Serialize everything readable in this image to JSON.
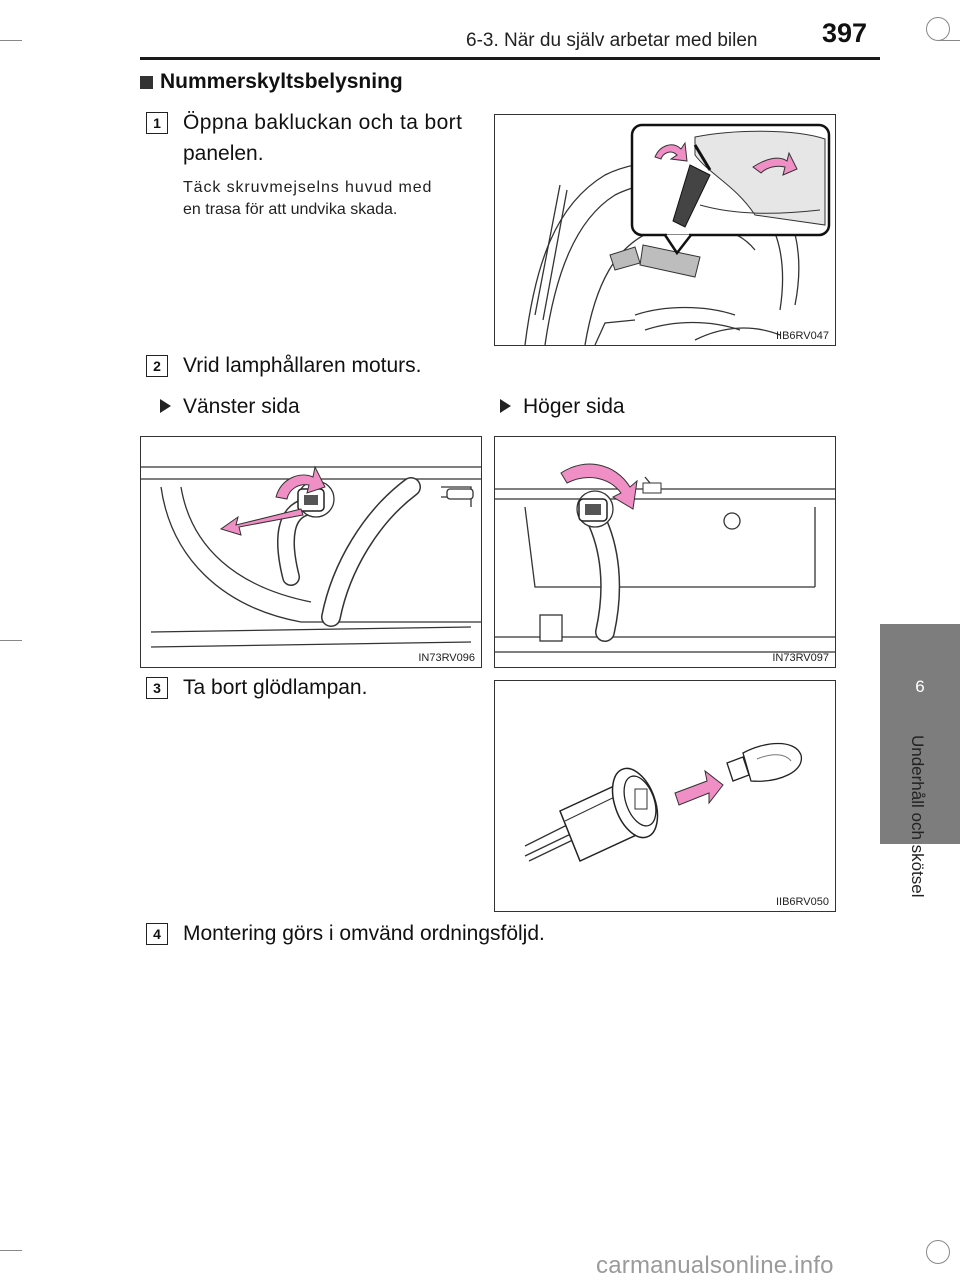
{
  "header": {
    "section_title": "6-3. När du själv arbetar med bilen",
    "page_number": "397"
  },
  "side_tab": {
    "chapter_number": "6",
    "chapter_title": "Underhåll och skötsel"
  },
  "section": {
    "title": "Nummerskyltsbelysning"
  },
  "steps": [
    {
      "number": "1",
      "text": "Öppna bakluckan och ta bort panelen.",
      "note": "Täck skruvmejselns huvud med en trasa för att undvika skada."
    },
    {
      "number": "2",
      "text": "Vrid lamphållaren moturs."
    },
    {
      "number": "3",
      "text": "Ta bort glödlampan."
    },
    {
      "number": "4",
      "text": "Montering görs i omvänd ordningsföljd."
    }
  ],
  "step1_text_lines": [
    "Öppna bakluckan och ta bort",
    "panelen."
  ],
  "step1_note_lines": [
    "Täck skruvmejselns huvud med",
    "en trasa för att undvika skada."
  ],
  "sides": {
    "left": "Vänster sida",
    "right": "Höger sida"
  },
  "figures": {
    "fig1": "IIB6RV047",
    "fig2": "IN73RV096",
    "fig3": "IN73RV097",
    "fig4": "IIB6RV050"
  },
  "colors": {
    "arrow": "#f08ec6",
    "tab": "#7d7d7d"
  },
  "watermark": "carmanualsonline.info"
}
